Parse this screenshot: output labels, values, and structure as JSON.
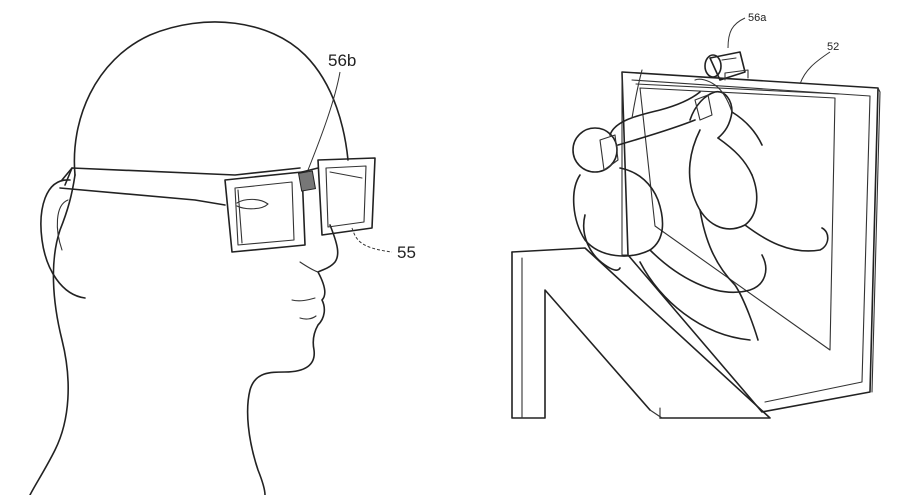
{
  "figure": {
    "left": {
      "description": "Head wearing shutter glasses",
      "labels": {
        "sensor": "56b",
        "glasses": "55"
      }
    },
    "right": {
      "description": "Display showing players emerging from screen with camera mounted on top",
      "labels": {
        "camera": "56a",
        "display": "52"
      }
    }
  },
  "colors": {
    "line": "#222222",
    "background": "#ffffff"
  }
}
